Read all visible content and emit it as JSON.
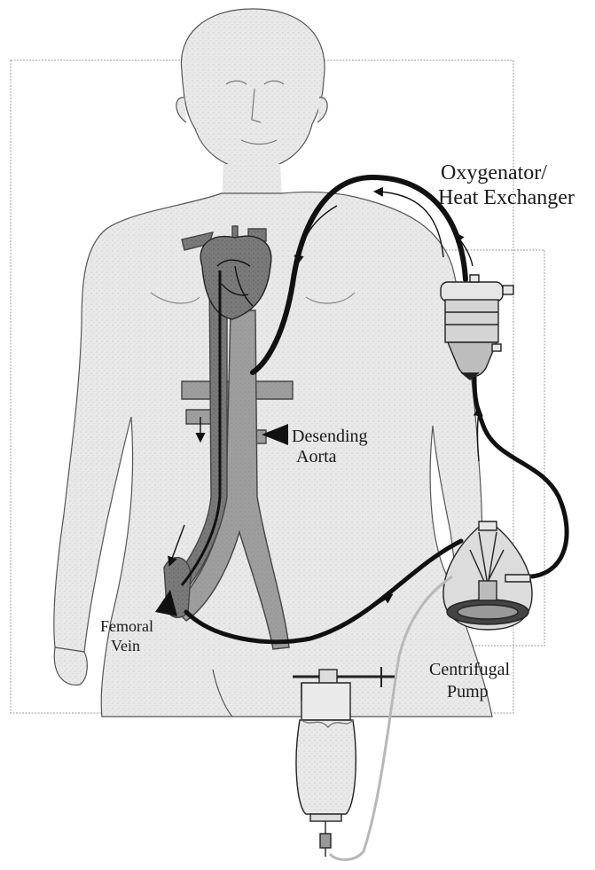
{
  "labels": {
    "oxygenator_line1": "Oxygenator/",
    "oxygenator_line2": "Heat Exchanger",
    "aorta_line1": "Desending",
    "aorta_line2": "Aorta",
    "femoral_line1": "Femoral",
    "femoral_line2": "Vein",
    "pump_line1": "Centrifugal",
    "pump_line2": "Pump"
  }
}
